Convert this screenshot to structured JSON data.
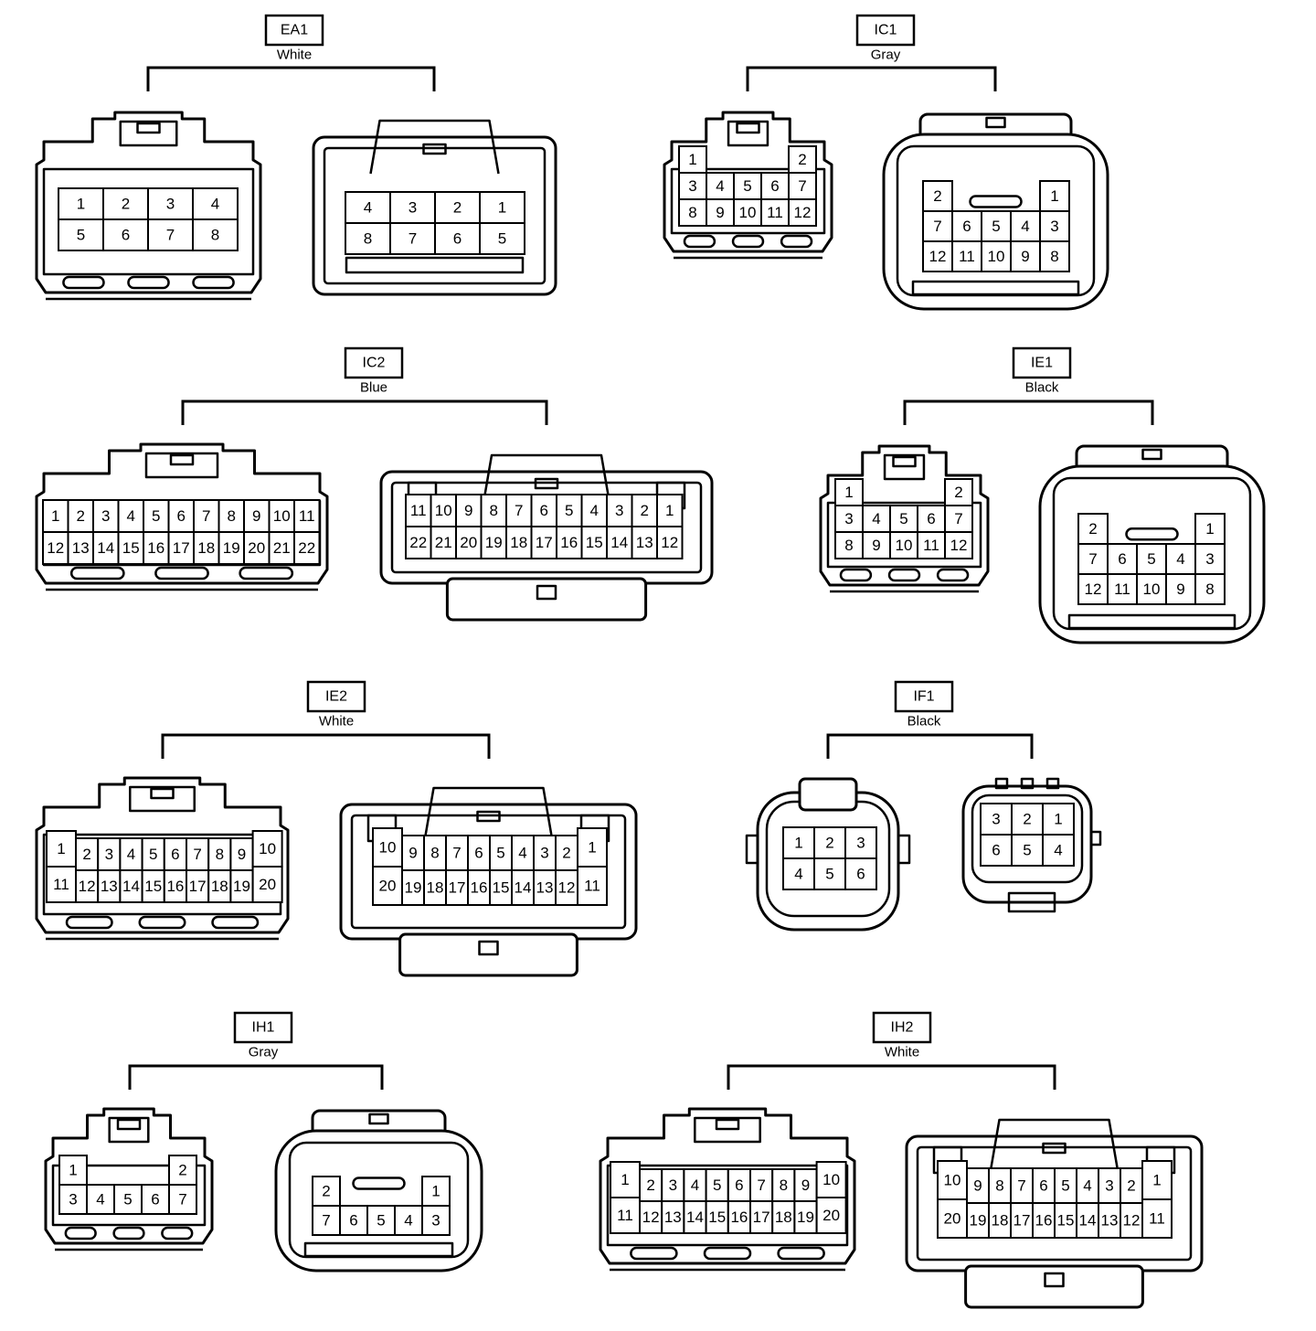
{
  "connectors": [
    {
      "id": "EA1",
      "color": "White",
      "views": [
        {
          "rows": [
            [
              "1",
              "2",
              "3",
              "4"
            ],
            [
              "5",
              "6",
              "7",
              "8"
            ]
          ]
        },
        {
          "rows": [
            [
              "4",
              "3",
              "2",
              "1"
            ],
            [
              "8",
              "7",
              "6",
              "5"
            ]
          ]
        }
      ]
    },
    {
      "id": "IC1",
      "color": "Gray",
      "views": [
        {
          "rows": [
            [
              "1",
              "",
              "",
              "",
              "2"
            ],
            [
              "3",
              "4",
              "5",
              "6",
              "7"
            ],
            [
              "8",
              "9",
              "10",
              "11",
              "12"
            ]
          ]
        },
        {
          "rows": [
            [
              "2",
              "",
              "",
              "",
              "1"
            ],
            [
              "7",
              "6",
              "5",
              "4",
              "3"
            ],
            [
              "12",
              "11",
              "10",
              "9",
              "8"
            ]
          ]
        }
      ]
    },
    {
      "id": "IC2",
      "color": "Blue",
      "views": [
        {
          "rows": [
            [
              "1",
              "2",
              "3",
              "4",
              "5",
              "6",
              "7",
              "8",
              "9",
              "10",
              "11"
            ],
            [
              "12",
              "13",
              "14",
              "15",
              "16",
              "17",
              "18",
              "19",
              "20",
              "21",
              "22"
            ]
          ]
        },
        {
          "rows": [
            [
              "11",
              "10",
              "9",
              "8",
              "7",
              "6",
              "5",
              "4",
              "3",
              "2",
              "1"
            ],
            [
              "22",
              "21",
              "20",
              "19",
              "18",
              "17",
              "16",
              "15",
              "14",
              "13",
              "12"
            ]
          ]
        }
      ]
    },
    {
      "id": "IE1",
      "color": "Black",
      "views": [
        {
          "rows": [
            [
              "1",
              "",
              "",
              "",
              "2"
            ],
            [
              "3",
              "4",
              "5",
              "6",
              "7"
            ],
            [
              "8",
              "9",
              "10",
              "11",
              "12"
            ]
          ]
        },
        {
          "rows": [
            [
              "2",
              "",
              "",
              "",
              "1"
            ],
            [
              "7",
              "6",
              "5",
              "4",
              "3"
            ],
            [
              "12",
              "11",
              "10",
              "9",
              "8"
            ]
          ]
        }
      ]
    },
    {
      "id": "IE2",
      "color": "White",
      "views": [
        {
          "left": [
            "1",
            "11"
          ],
          "rows": [
            [
              "2",
              "3",
              "4",
              "5",
              "6",
              "7",
              "8",
              "9"
            ],
            [
              "12",
              "13",
              "14",
              "15",
              "16",
              "17",
              "18",
              "19"
            ]
          ],
          "right": [
            "10",
            "20"
          ]
        },
        {
          "left": [
            "10",
            "20"
          ],
          "rows": [
            [
              "9",
              "8",
              "7",
              "6",
              "5",
              "4",
              "3",
              "2"
            ],
            [
              "19",
              "18",
              "17",
              "16",
              "15",
              "14",
              "13",
              "12"
            ]
          ],
          "right": [
            "1",
            "11"
          ]
        }
      ]
    },
    {
      "id": "IF1",
      "color": "Black",
      "views": [
        {
          "rows": [
            [
              "1",
              "2",
              "3"
            ],
            [
              "4",
              "5",
              "6"
            ]
          ]
        },
        {
          "rows": [
            [
              "3",
              "2",
              "1"
            ],
            [
              "6",
              "5",
              "4"
            ]
          ]
        }
      ]
    },
    {
      "id": "IH1",
      "color": "Gray",
      "views": [
        {
          "rows": [
            [
              "1",
              "",
              "",
              "",
              "2"
            ],
            [
              "3",
              "4",
              "5",
              "6",
              "7"
            ]
          ]
        },
        {
          "rows": [
            [
              "2",
              "",
              "",
              "",
              "1"
            ],
            [
              "7",
              "6",
              "5",
              "4",
              "3"
            ]
          ]
        }
      ]
    },
    {
      "id": "IH2",
      "color": "White",
      "views": [
        {
          "left": [
            "1",
            "11"
          ],
          "rows": [
            [
              "2",
              "3",
              "4",
              "5",
              "6",
              "7",
              "8",
              "9"
            ],
            [
              "12",
              "13",
              "14",
              "15",
              "16",
              "17",
              "18",
              "19"
            ]
          ],
          "right": [
            "10",
            "20"
          ]
        },
        {
          "left": [
            "10",
            "20"
          ],
          "rows": [
            [
              "9",
              "8",
              "7",
              "6",
              "5",
              "4",
              "3",
              "2"
            ],
            [
              "19",
              "18",
              "17",
              "16",
              "15",
              "14",
              "13",
              "12"
            ]
          ],
          "right": [
            "1",
            "11"
          ]
        }
      ]
    }
  ]
}
